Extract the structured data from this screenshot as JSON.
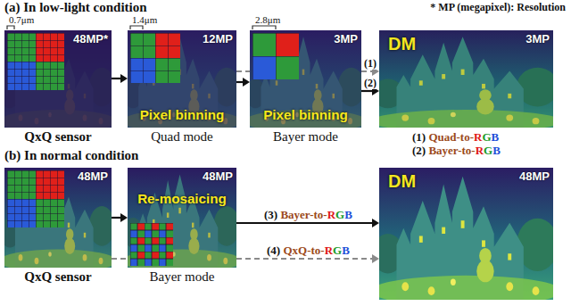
{
  "diagram": {
    "nodes": [
      {
        "text": [
          "48MP*",
          "QxQ sensor"
        ]
      },
      {
        "text": [
          "12MP",
          "Pixel binning",
          "Quad mode"
        ]
      },
      {
        "text": [
          "3MP",
          "Pixel binning",
          "Bayer mode"
        ]
      },
      {
        "text": [
          "DM",
          "3MP"
        ]
      },
      {
        "text": [
          "48MP",
          "QxQ sensor"
        ]
      },
      {
        "text": [
          "48MP",
          "Re-mosaicing",
          "Bayer mode"
        ]
      },
      {
        "text": [
          "DM",
          "48MP"
        ]
      }
    ],
    "edges": [
      {
        "from": 0,
        "to": 1,
        "arrow": "to"
      },
      {
        "from": 1,
        "to": 2,
        "arrow": "to"
      },
      {
        "from": 1,
        "to": 3,
        "label": "(1)",
        "arrow": "to"
      },
      {
        "from": 2,
        "to": 3,
        "label": "(2)",
        "arrow": "to"
      },
      {
        "from": 4,
        "to": 5,
        "arrow": "to"
      },
      {
        "from": 5,
        "to": 6,
        "label": "(3) Bayer-to-RGB",
        "arrow": "to"
      },
      {
        "from": 4,
        "to": 6,
        "label": "(4) QxQ-to-RGB",
        "arrow": "to"
      }
    ],
    "labels": [
      "(a) In low-light condition",
      "* MP (megapixel): Resolution",
      "0.7μm",
      "1.4μm",
      "2.8μm",
      "(1) Quad-to-RGB",
      "(2) Bayer-to-RGB",
      "(b) In normal condition"
    ]
  }
}
